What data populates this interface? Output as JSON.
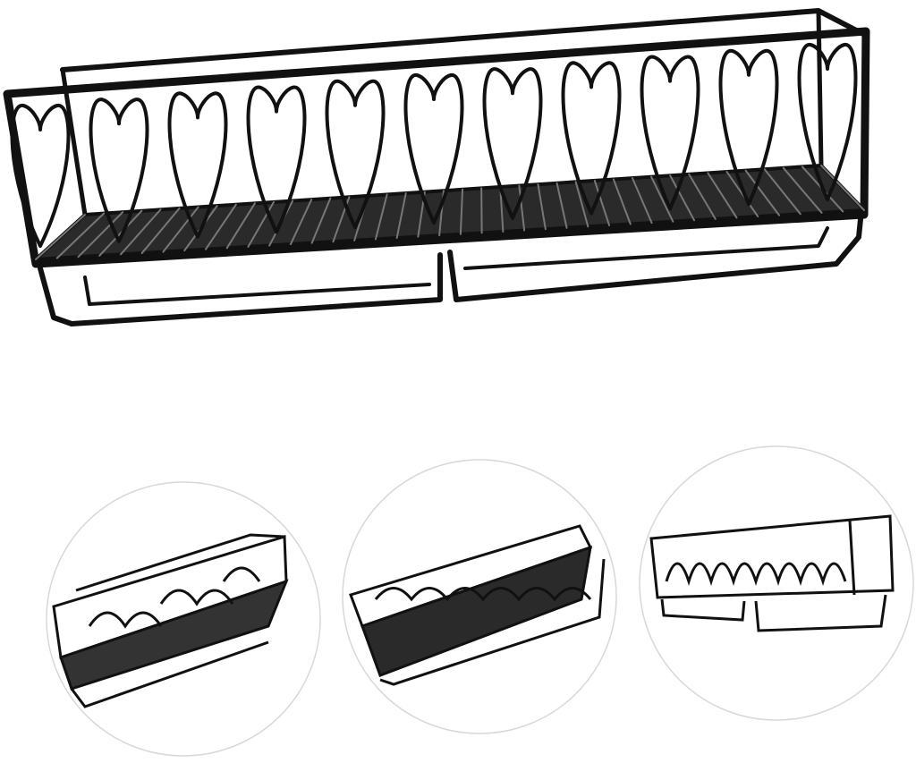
{
  "product": {
    "type": "wall-mounted wire shelf rack",
    "views": [
      "main",
      "angle-left",
      "angle-top",
      "angle-front"
    ]
  },
  "colors": {
    "background": "#ffffff",
    "metal": "#111111",
    "circle_border": "#d8d8d8"
  }
}
